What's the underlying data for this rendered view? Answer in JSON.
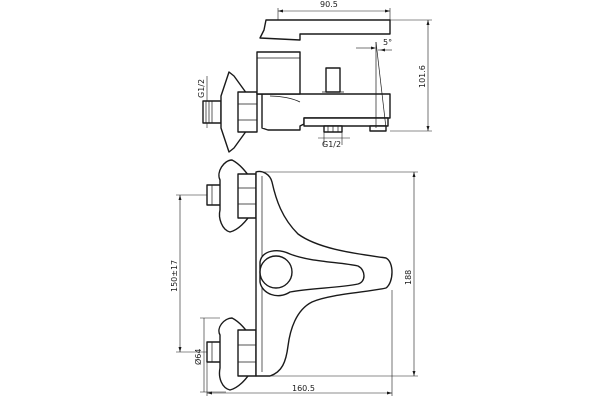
{
  "dimensions": {
    "top_width": "90.5",
    "right_height_top": "101.6",
    "angle": "5°",
    "thread_left": "G1/2",
    "thread_bottom": "G1/2",
    "center_distance": "150±17",
    "total_height": "188",
    "diameter": "Ø64",
    "total_width": "160.5"
  }
}
